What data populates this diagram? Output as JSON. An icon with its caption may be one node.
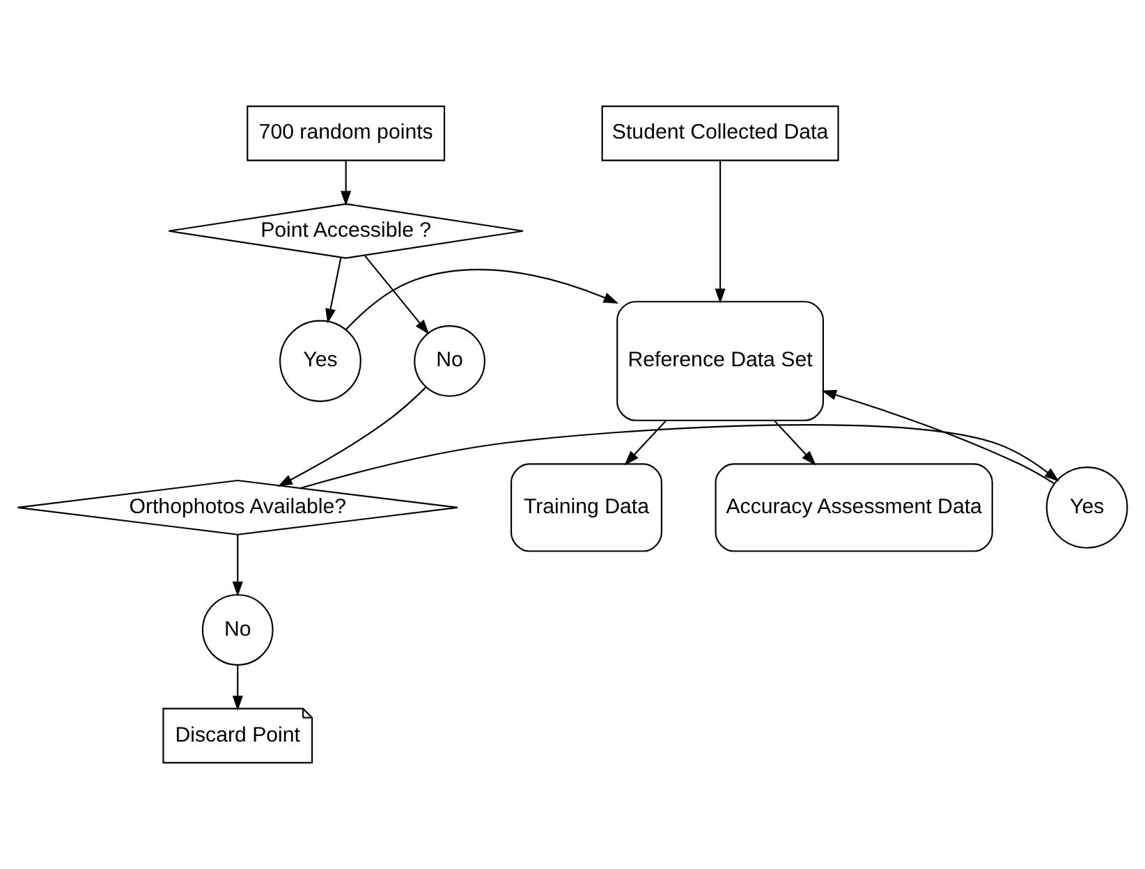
{
  "diagram": {
    "nodes": [
      {
        "text": [
          "700 random points"
        ]
      },
      {
        "text": [
          "Point Accessible ?"
        ]
      },
      {
        "text": [
          "Yes"
        ]
      },
      {
        "text": [
          "No"
        ]
      },
      {
        "text": [
          "Orthophotos Available?"
        ]
      },
      {
        "text": [
          "Yes"
        ]
      },
      {
        "text": [
          "No"
        ]
      },
      {
        "text": [
          "Discard Point"
        ]
      },
      {
        "text": [
          "Student Collected Data"
        ]
      },
      {
        "text": [
          "Reference Data Set"
        ]
      },
      {
        "text": [
          "Training Data"
        ]
      },
      {
        "text": [
          "Accuracy Assessment Data"
        ]
      }
    ],
    "edges": [
      {
        "from": 0,
        "to": 1,
        "arrow": "to"
      },
      {
        "from": 1,
        "to": 2,
        "arrow": "to"
      },
      {
        "from": 1,
        "to": 3,
        "arrow": "to"
      },
      {
        "from": 3,
        "to": 4,
        "arrow": "to"
      },
      {
        "from": 4,
        "to": 5,
        "arrow": "to"
      },
      {
        "from": 4,
        "to": 6,
        "arrow": "to"
      },
      {
        "from": 6,
        "to": 7,
        "arrow": "to"
      },
      {
        "from": 2,
        "to": 9,
        "arrow": "to"
      },
      {
        "from": 5,
        "to": 9,
        "arrow": "to"
      },
      {
        "from": 8,
        "to": 9,
        "arrow": "to"
      },
      {
        "from": 9,
        "to": 10,
        "arrow": "to"
      },
      {
        "from": 9,
        "to": 11,
        "arrow": "to"
      }
    ]
  }
}
